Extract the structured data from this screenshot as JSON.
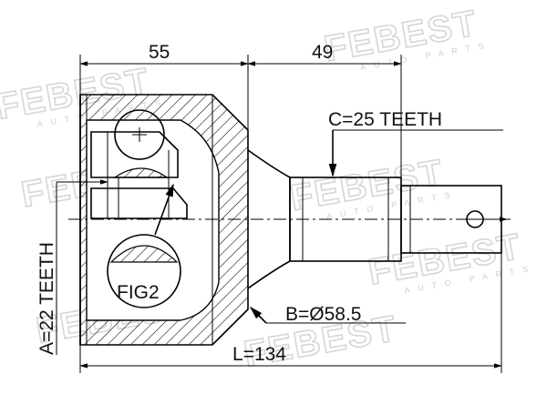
{
  "watermark": {
    "brand": "FEBEST",
    "sub": "AUTO PARTS"
  },
  "dimensions": {
    "housing_length": "55",
    "shaft_length": "49",
    "outer_teeth": "C=25 TEETH",
    "inner_teeth": "A=22 TEETH",
    "outer_diameter": "B=Ø58.5",
    "total_length": "L=134"
  },
  "figure_label": "FIG2",
  "colors": {
    "line": "#000000",
    "watermark": "#d6d6d6"
  }
}
